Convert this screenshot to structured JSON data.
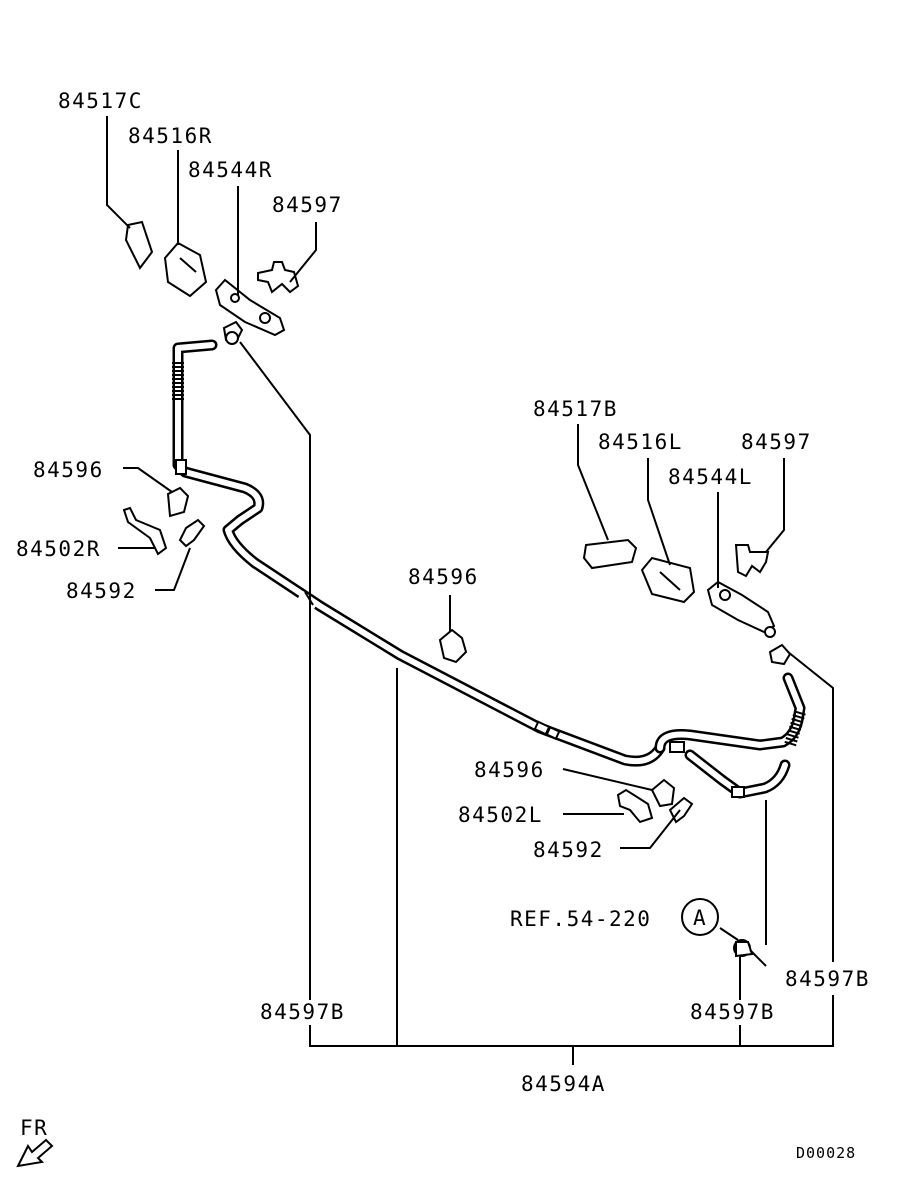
{
  "diagram": {
    "labels": {
      "p84517C": "84517C",
      "p84516R": "84516R",
      "p84544R": "84544R",
      "p84597_top": "84597",
      "p84517B": "84517B",
      "p84516L": "84516L",
      "p84597_right": "84597",
      "p84544L": "84544L",
      "p84596_left": "84596",
      "p84502R": "84502R",
      "p84592_left": "84592",
      "p84596_mid": "84596",
      "p84596_lower": "84596",
      "p84502L": "84502L",
      "p84592_lower": "84592",
      "ref": "REF.54-220",
      "circle_a": "A",
      "p84597B_right": "84597B",
      "p84597B_left": "84597B",
      "p84597B_mid": "84597B",
      "p84594A": "84594A",
      "fr": "FR",
      "code": "D00028"
    }
  }
}
